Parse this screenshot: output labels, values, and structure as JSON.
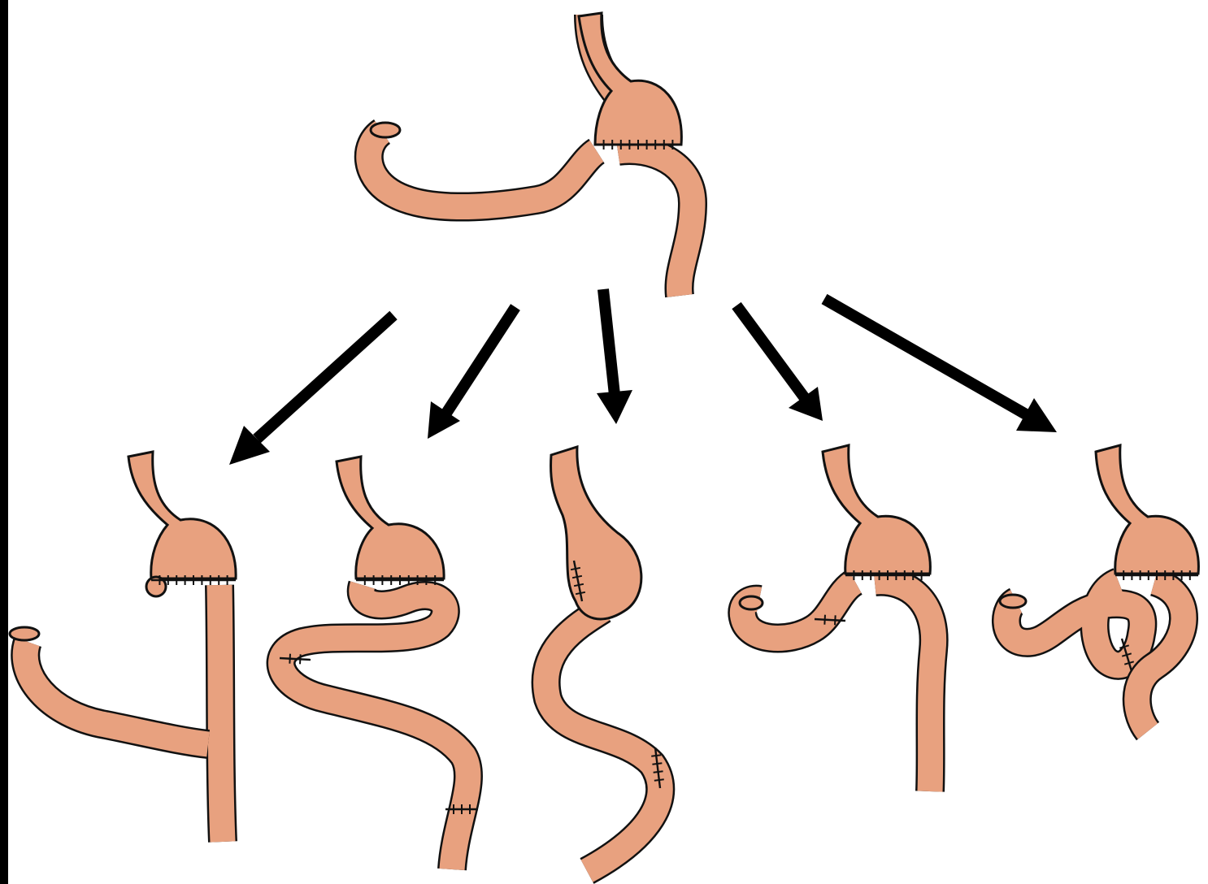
{
  "colors": {
    "tissue": "#E8A17F",
    "outline": "#111111",
    "arrow": "#000000",
    "background": "#FFFFFF",
    "left_edge": "#000000"
  },
  "figure": {
    "panels": [
      {
        "id": "original",
        "kind": "stomach-with-omega-loop"
      },
      {
        "id": "variant-1"
      },
      {
        "id": "variant-2"
      },
      {
        "id": "variant-3"
      },
      {
        "id": "variant-4"
      },
      {
        "id": "variant-5"
      }
    ]
  }
}
